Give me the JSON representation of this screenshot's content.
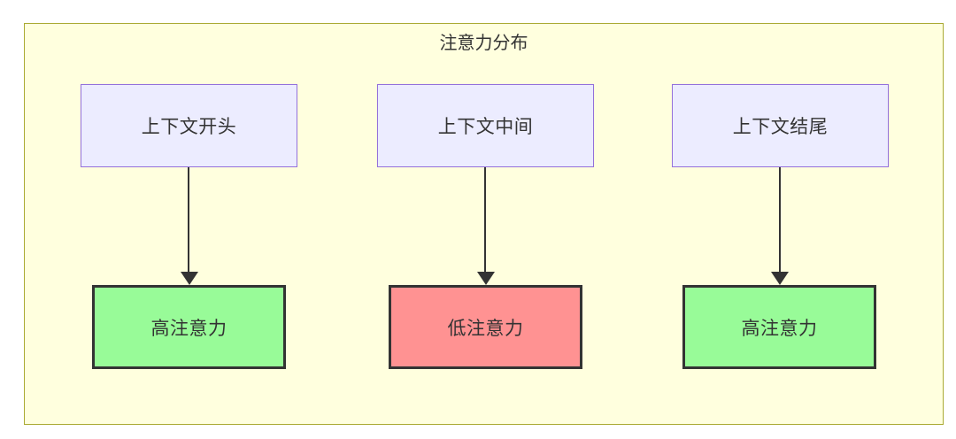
{
  "diagram": {
    "type": "flowchart",
    "title": "注意力分布",
    "columns": [
      {
        "source": {
          "label": "上下文开头"
        },
        "target": {
          "label": "高注意力",
          "level": "high"
        }
      },
      {
        "source": {
          "label": "上下文中间"
        },
        "target": {
          "label": "低注意力",
          "level": "low"
        }
      },
      {
        "source": {
          "label": "上下文结尾"
        },
        "target": {
          "label": "高注意力",
          "level": "high"
        }
      }
    ],
    "edges": [
      {
        "from": "上下文开头",
        "to": "高注意力"
      },
      {
        "from": "上下文中间",
        "to": "低注意力"
      },
      {
        "from": "上下文结尾",
        "to": "高注意力"
      }
    ],
    "colors": {
      "container_fill": "#ffffde",
      "container_border": "#aaaa33",
      "source_node_fill": "#ECECFF",
      "source_node_border": "#9370DB",
      "high_attention_fill": "#98FB98",
      "low_attention_fill": "#FF9292",
      "result_node_border": "#333333",
      "arrow": "#333333",
      "text": "#333333"
    }
  }
}
